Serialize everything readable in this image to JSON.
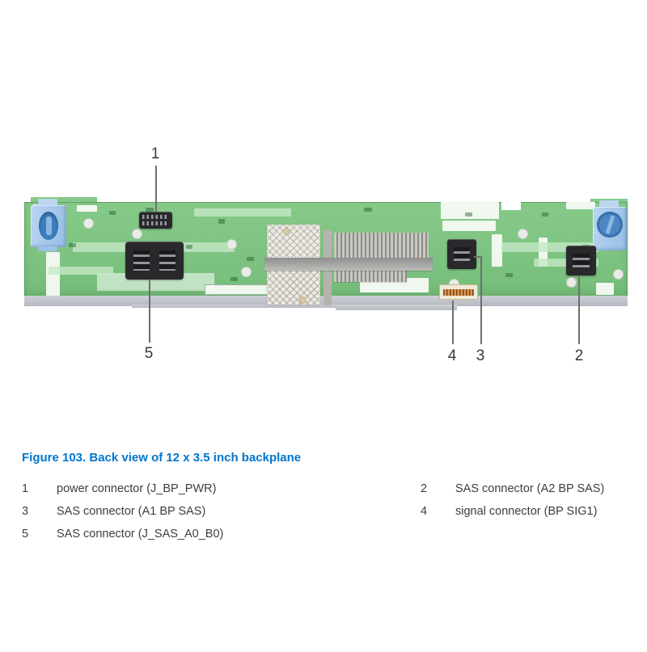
{
  "figure": {
    "caption": "Figure 103. Back view of 12 x 3.5 inch backplane"
  },
  "callouts": {
    "n1": "1",
    "n2": "2",
    "n3": "3",
    "n4": "4",
    "n5": "5"
  },
  "legend": {
    "left": [
      {
        "num": "1",
        "label": "power connector (J_BP_PWR)"
      },
      {
        "num": "3",
        "label": "SAS connector (A1 BP SAS)"
      },
      {
        "num": "5",
        "label": "SAS connector (J_SAS_A0_B0)"
      }
    ],
    "right": [
      {
        "num": "2",
        "label": "SAS connector (A2 BP SAS)"
      },
      {
        "num": "4",
        "label": "signal connector (BP SIG1)"
      }
    ]
  },
  "colors": {
    "accent": "#0076ce",
    "pcb": "#7cc480",
    "pcb-edge": "#c1c5cc",
    "connector": "#29292c",
    "thumb": "#a9cbec",
    "thumb-dark": "#3c7fc1",
    "heatsink": "#edebe5",
    "text": "#3d3d3d",
    "line": "#6e6e6e"
  }
}
